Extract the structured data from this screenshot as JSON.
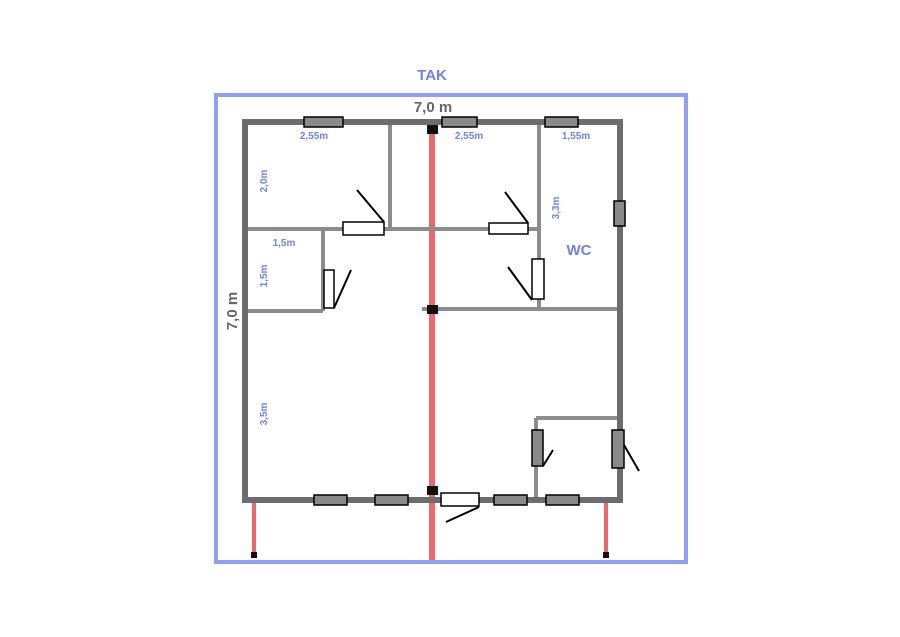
{
  "roof_label": "TAK",
  "wc_label": "WC",
  "dimensions": {
    "top_total": "7,0 m",
    "left_total": "7,0 m",
    "room1_width": "2,55m",
    "room2_width": "2,55m",
    "wc_width": "1,55m",
    "room1_height": "2,0m",
    "closet_width": "1,5m",
    "closet_height": "1,5m",
    "wc_height": "3,3m",
    "living_height": "3,5m"
  },
  "colors": {
    "roof_outline": "#8f9ff7",
    "label_blue": "#6f82ee",
    "outer_wall": "#6d6d6d",
    "inner_wall": "#8c8c8c",
    "ridge_line": "#f4646c",
    "window_fill": "#8a8a8a"
  }
}
